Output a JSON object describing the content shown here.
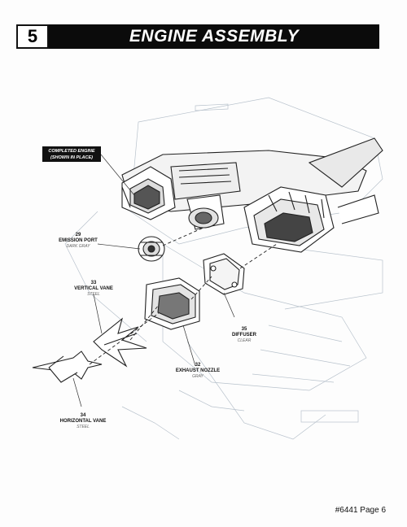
{
  "header": {
    "step_number": "5",
    "title": "ENGINE ASSEMBLY"
  },
  "labels": {
    "completed_engine_line1": "COMPLETED ENGINE",
    "completed_engine_line2": "(SHOWN IN PLACE)"
  },
  "parts": [
    {
      "number": "29",
      "name": "EMISSION PORT",
      "color": "DARK GRAY"
    },
    {
      "number": "33",
      "name": "VERTICAL VANE",
      "color": "STEEL"
    },
    {
      "number": "35",
      "name": "DIFFUSER",
      "color": "CLEAR"
    },
    {
      "number": "32",
      "name": "EXHAUST NOZZLE",
      "color": "GRAY"
    },
    {
      "number": "34",
      "name": "HORIZONTAL VANE",
      "color": "STEEL"
    }
  ],
  "footer": {
    "page_label": "#6441 Page 6"
  }
}
